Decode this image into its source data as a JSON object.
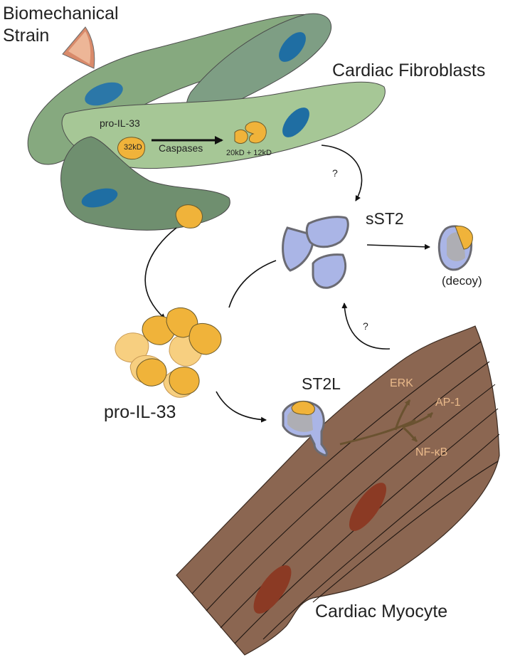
{
  "labels": {
    "biomechanical_strain": [
      "Biomechanical",
      "Strain"
    ],
    "cardiac_fibroblasts": "Cardiac Fibroblasts",
    "pro_il33_small": "pro-IL-33",
    "kd32": "32kD",
    "caspases": "Caspases",
    "fragments": "20kD + 12kD",
    "question_1": "?",
    "sst2": "sST2",
    "decoy": "(decoy)",
    "question_2": "?",
    "st2l": "ST2L",
    "erk": "ERK",
    "ap1": "AP-1",
    "nfkb": "NF-κB",
    "pro_il33_large": "pro-IL-33",
    "cardiac_myocyte": "Cardiac Myocyte"
  },
  "colors": {
    "fibroblast_dark": "#6f8f6f",
    "fibroblast_mid": "#86a97f",
    "fibroblast_light": "#a6c796",
    "nucleus_blue": "#1f6ea3",
    "il33_gold": "#f0b33a",
    "il33_light": "#f7cf80",
    "receptor_blue": "#aab5e6",
    "receptor_outline": "#6b6b73",
    "myocyte_brown": "#8b6651",
    "myocyte_nucleus": "#8b3a24",
    "signal_arrow": "#6a5230",
    "signal_text": "#e9b98a",
    "strain_wedge": "#d98a6a"
  },
  "icons": {
    "strain": "biomechanical-strain-wedge-icon",
    "il33": "il33-protein-icon",
    "sst2": "sst2-receptor-icon"
  }
}
